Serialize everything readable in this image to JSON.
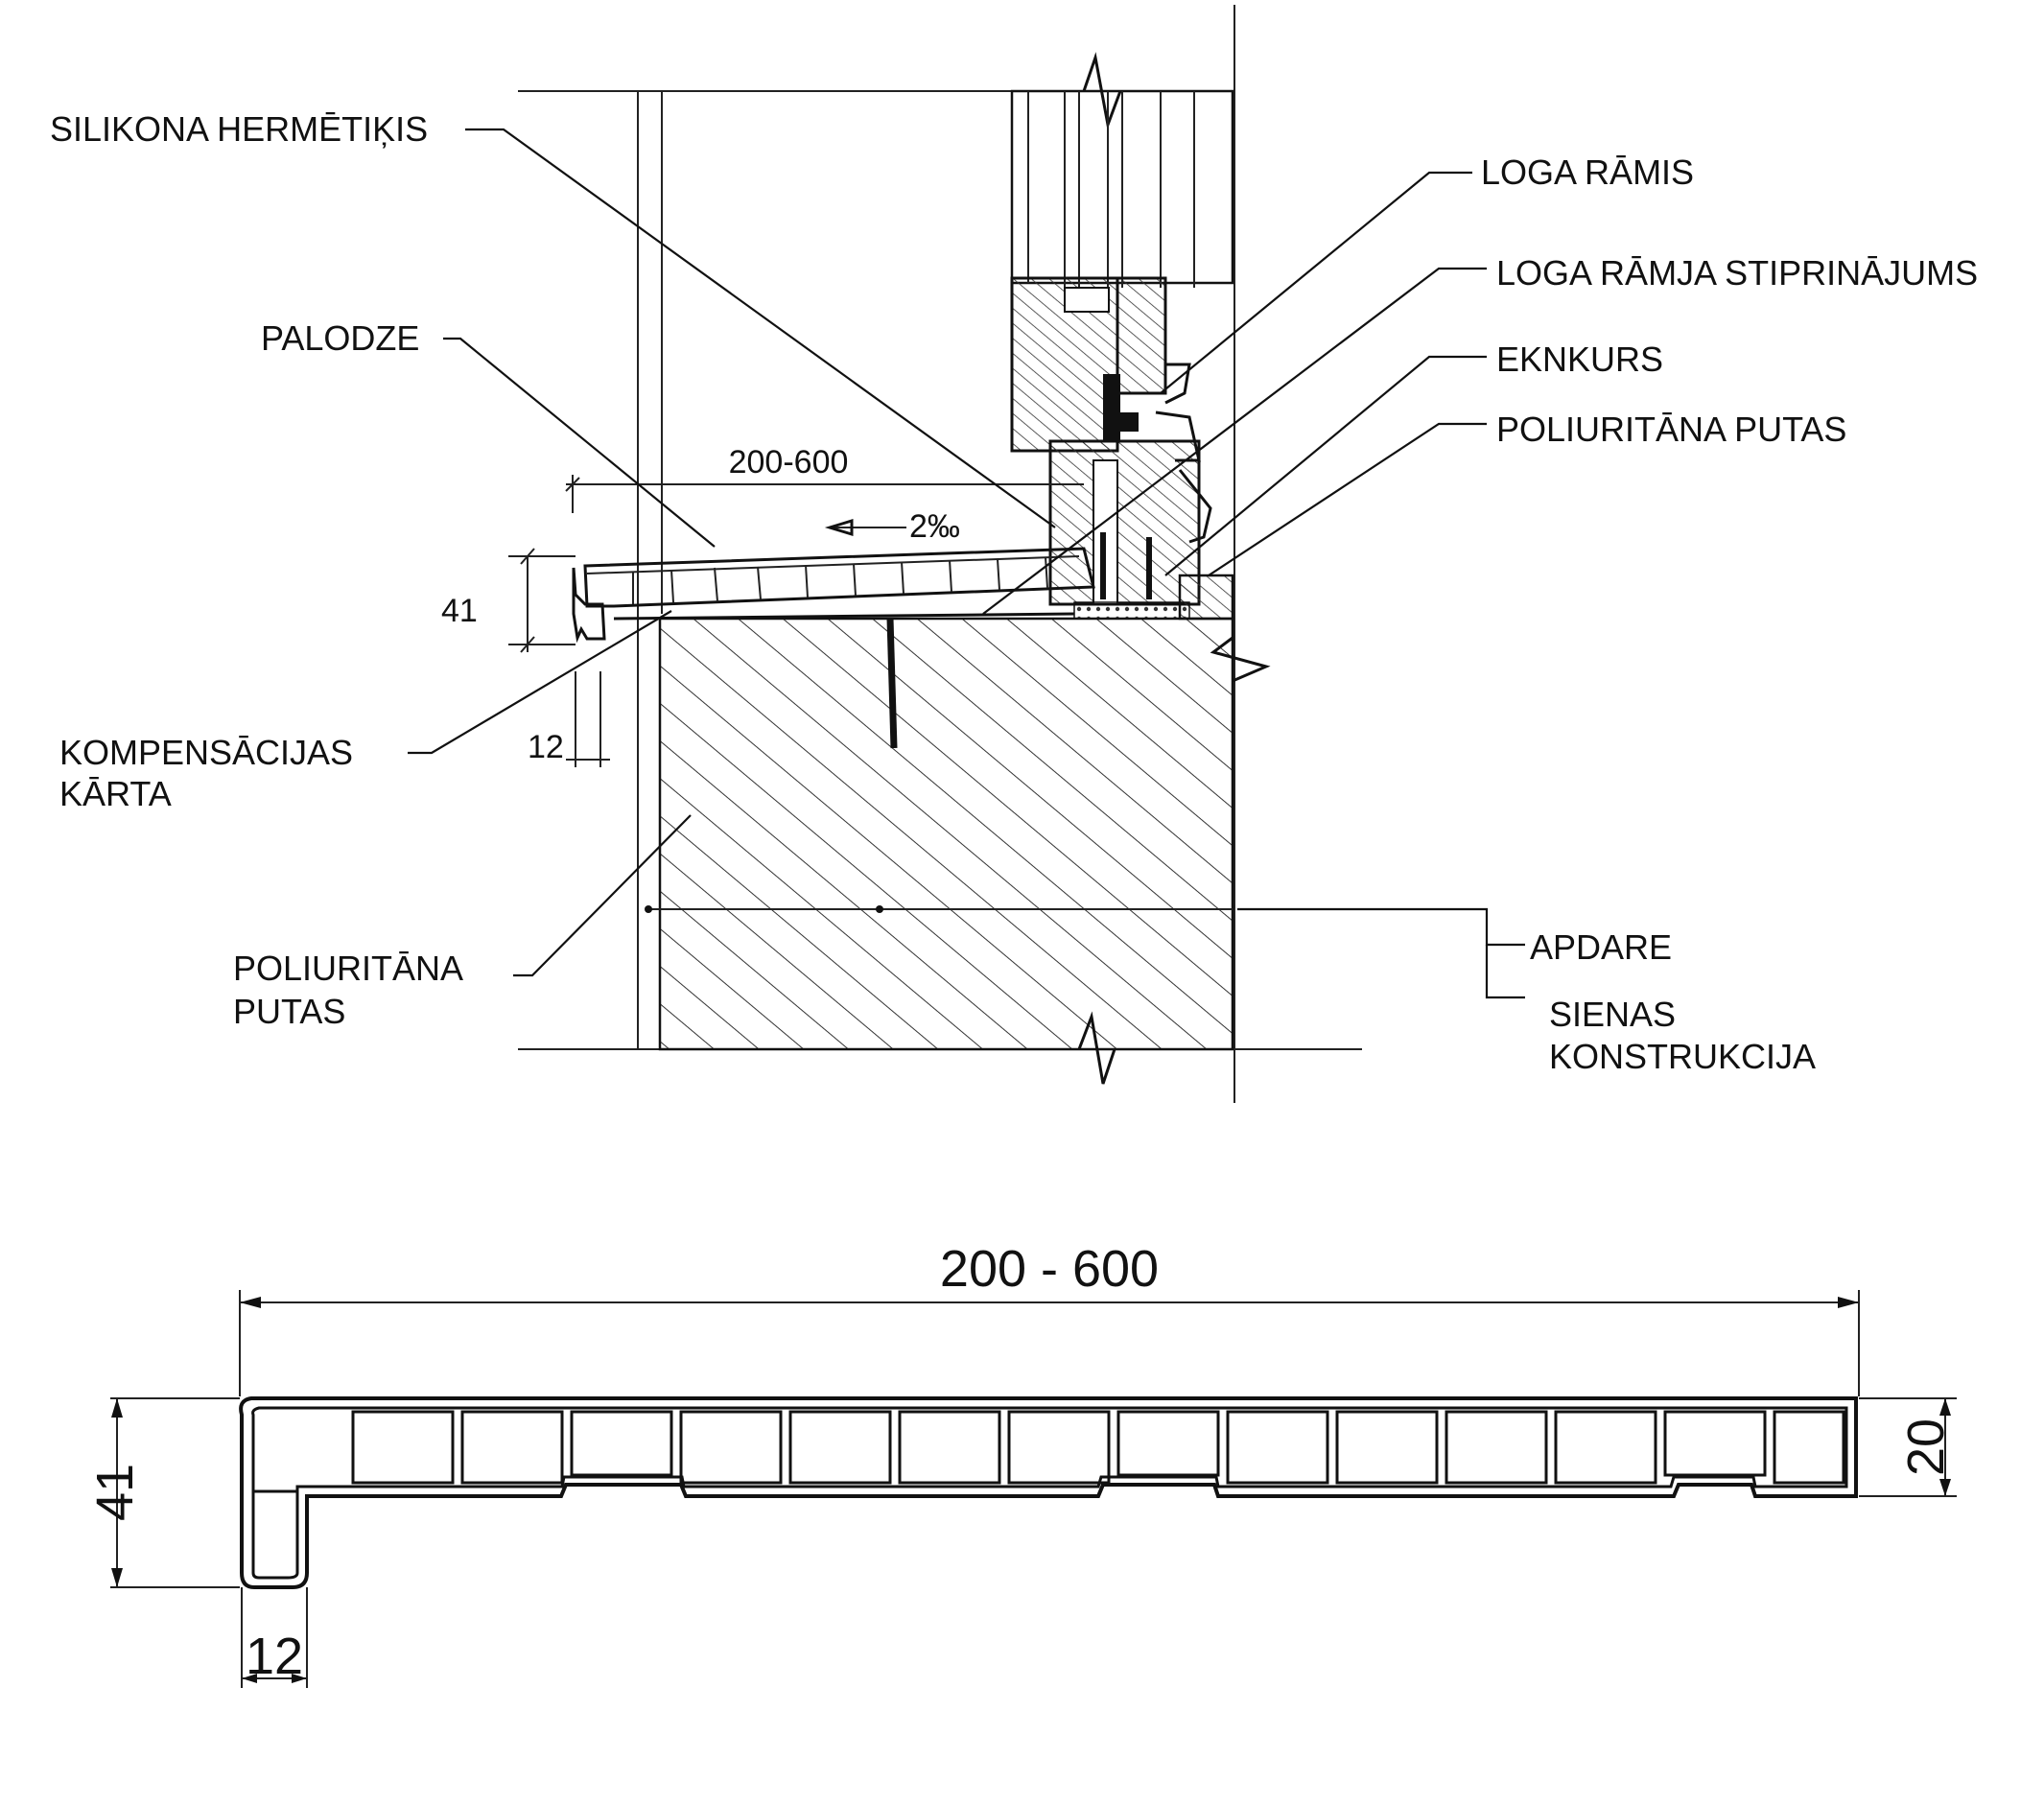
{
  "labels": {
    "silikona": "SILIKONA HERMĒTIĶIS",
    "palodze": "PALODZE",
    "kompensacijas_1": "KOMPENSĀCIJAS",
    "kompensacijas_2": "KĀRTA",
    "poliuritana_left_1": "POLIURITĀNA",
    "poliuritana_left_2": "PUTAS",
    "loga_ramis": "LOGA RĀMIS",
    "loga_ramja": "LOGA RĀMJA STIPRINĀJUMS",
    "eknkurs": "EKNKURS",
    "poliuritana_right": "POLIURITĀNA PUTAS",
    "apdare": "APDARE",
    "sienas_1": "SIENAS",
    "sienas_2": "KONSTRUKCIJA"
  },
  "section_dims": {
    "width": "200-600",
    "slope": "2‰",
    "height": "41",
    "nose": "12"
  },
  "profile_dims": {
    "width": "200 - 600",
    "height": "41",
    "inner_height": "20",
    "nose": "12"
  }
}
